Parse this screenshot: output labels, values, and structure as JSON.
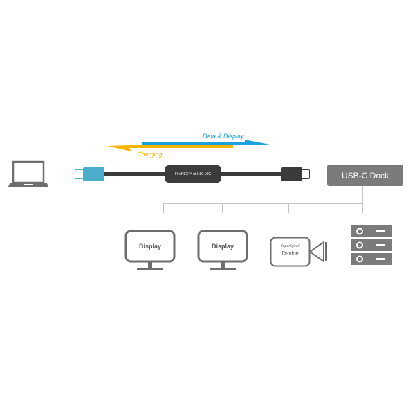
{
  "diagram": {
    "arrows": {
      "data_display": {
        "label": "Data & Display",
        "color": "#1ba0e2"
      },
      "charging": {
        "label": "Charging",
        "color": "#f7b500"
      }
    },
    "cable": {
      "product_label": "FireNEX™-uLINK-10G",
      "connector_left_color": "#4aaecb",
      "body_color": "#3b3b3b"
    },
    "host": {
      "icon": "laptop-icon"
    },
    "dock": {
      "label": "USB-C Dock"
    },
    "devices": [
      {
        "icon": "monitor-icon",
        "label": "Display"
      },
      {
        "icon": "monitor-icon",
        "label": "Display"
      },
      {
        "icon": "camera-icon",
        "sublabel": "SuperSpeed",
        "label": "Device"
      },
      {
        "icon": "server-storage-icon"
      }
    ],
    "colors": {
      "icon_gray": "#6e6e6e",
      "tree_line": "#c4c4c4",
      "dock_bg": "#7b7b7b"
    }
  }
}
